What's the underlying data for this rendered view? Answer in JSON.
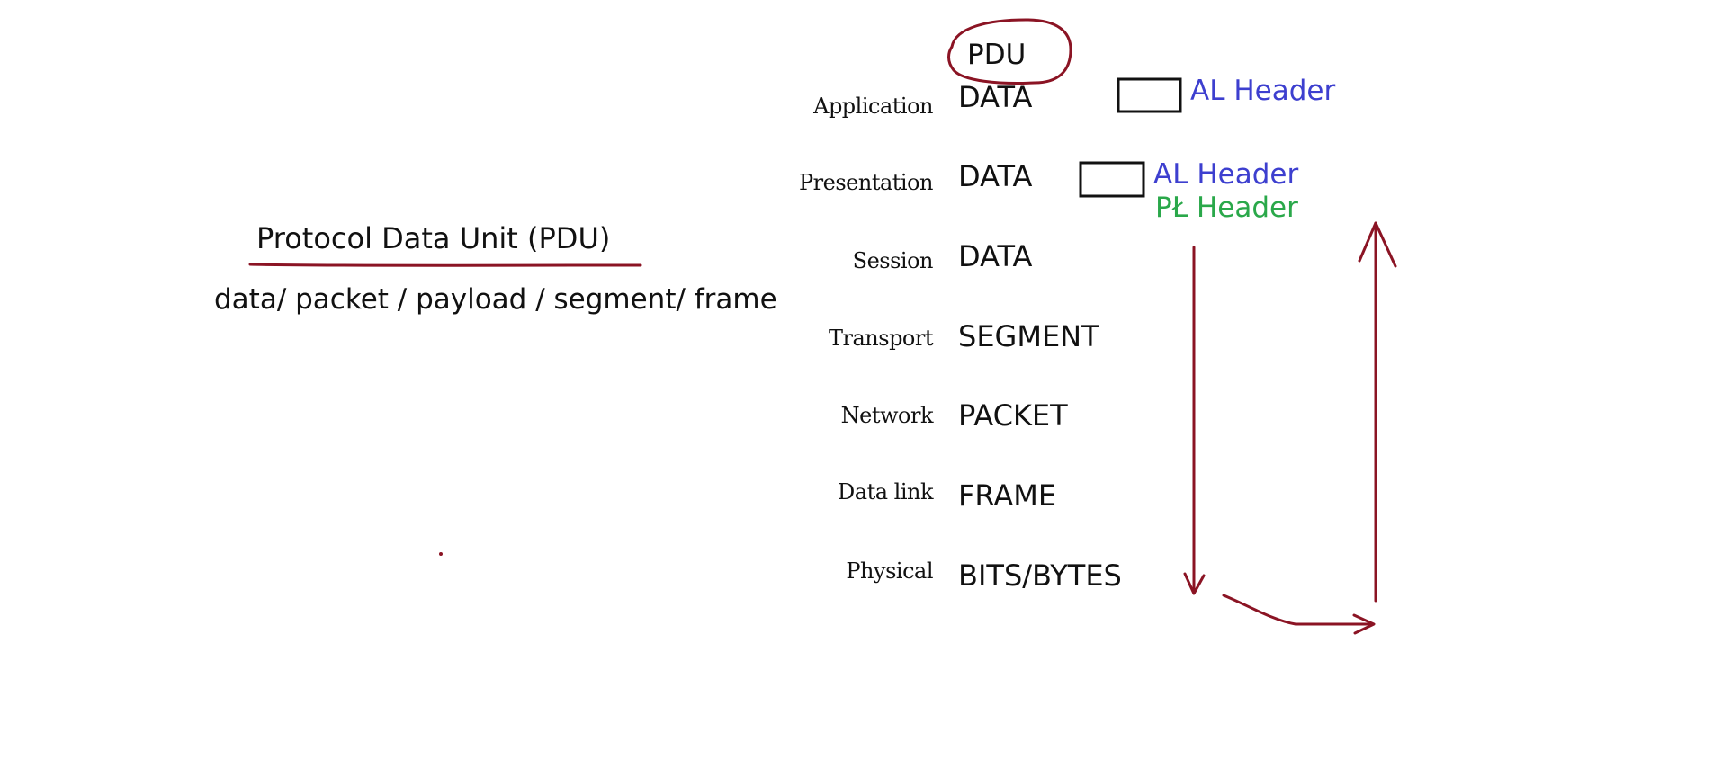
{
  "left_panel": {
    "title": "Protocol Data Unit (PDU)",
    "terms": "data/ packet / payload / segment/ frame"
  },
  "pdu_heading": "PDU",
  "layers": [
    {
      "name": "Application",
      "pdu": "DATA"
    },
    {
      "name": "Presentation",
      "pdu": "DATA"
    },
    {
      "name": "Session",
      "pdu": "DATA"
    },
    {
      "name": "Transport",
      "pdu": "SEGMENT"
    },
    {
      "name": "Network",
      "pdu": "PACKET"
    },
    {
      "name": "Data link",
      "pdu": "FRAME"
    },
    {
      "name": "Physical",
      "pdu": "BITS/BYTES"
    }
  ],
  "headers": {
    "application_header": "AL Header",
    "presentation_al_header": "AL Header",
    "presentation_pl_header": "PŁ Header"
  },
  "colors": {
    "annotation": "#8b1424",
    "al_header": "#3d3fcf",
    "pl_header": "#2aa84a",
    "text": "#111111"
  }
}
